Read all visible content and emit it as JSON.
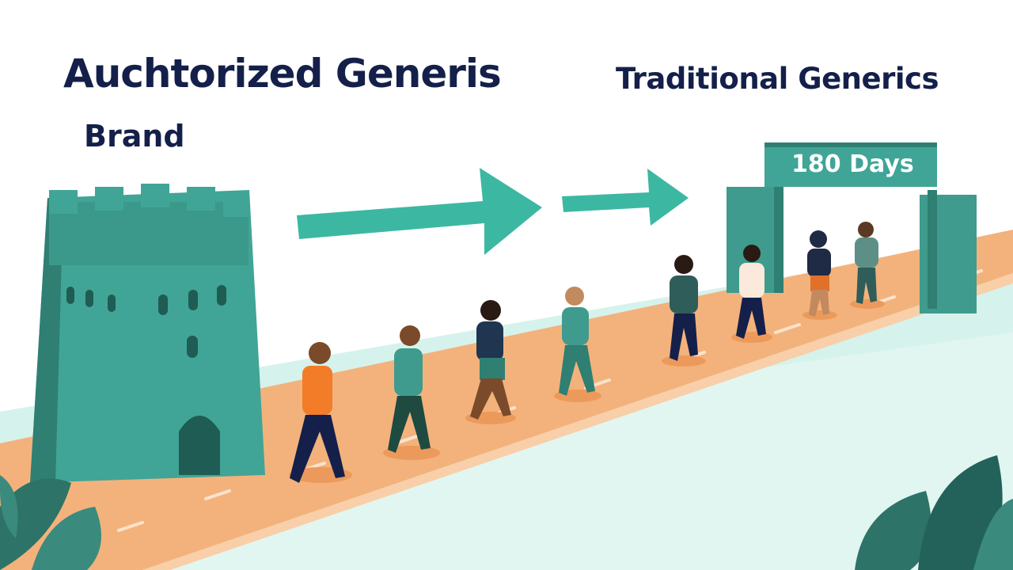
{
  "labels": {
    "left_title": "Auchtorized Generis",
    "right_title": "Traditional Generics",
    "brand": "Brand",
    "gate_sign": "180 Days"
  },
  "colors": {
    "heading": "#14204a",
    "teal": "#40a596",
    "teal_dark": "#2f7f73",
    "arrow": "#3cb8a2",
    "path": "#f3b27c",
    "ground": "#d6f2ec",
    "leaf": "#2e7368"
  }
}
